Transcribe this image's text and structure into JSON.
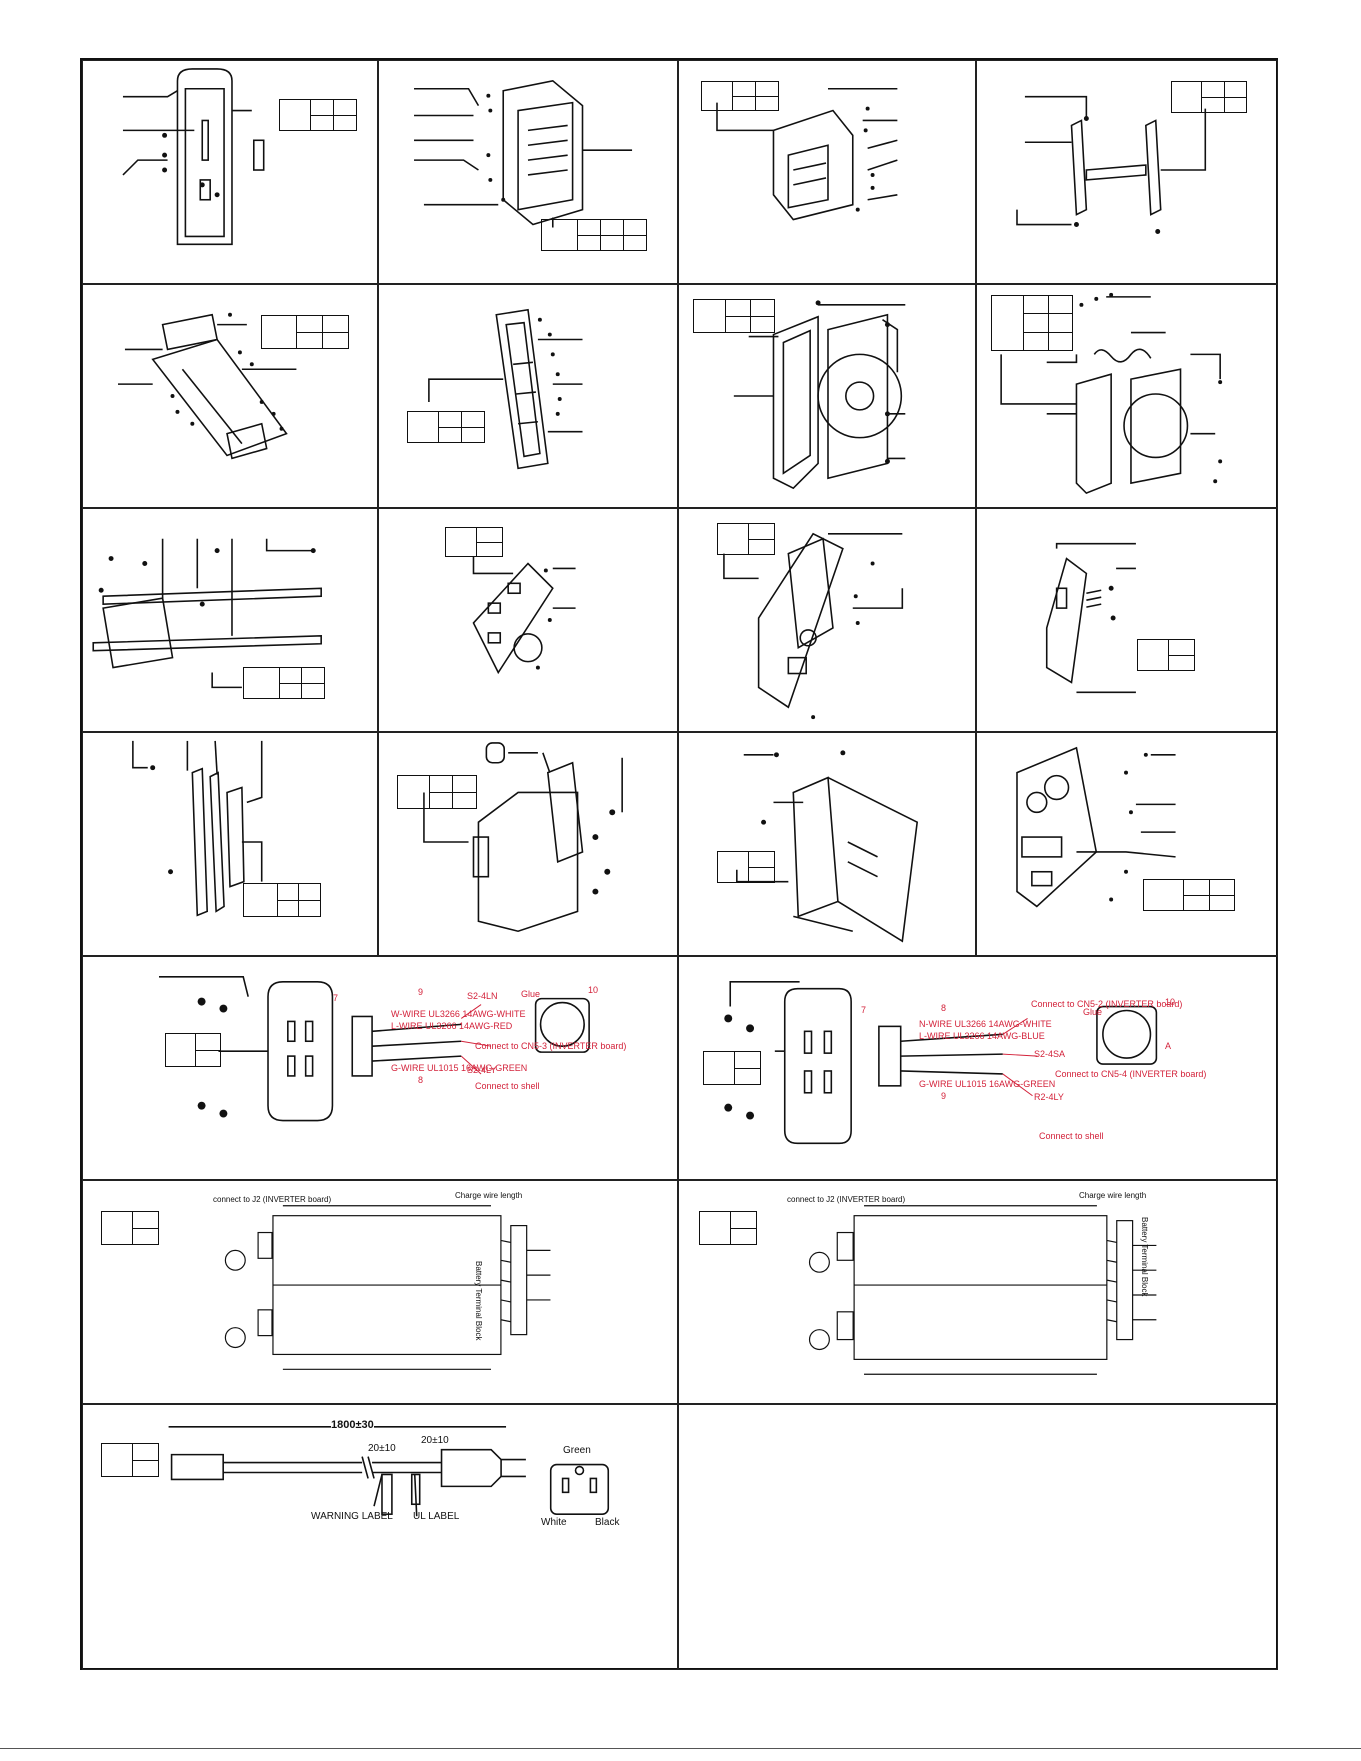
{
  "wiring_labels": {
    "row5_left": {
      "wire_white": "W-WIRE UL3266 14AWG-WHITE",
      "wire_red": "L-WIRE UL3266 14AWG-RED",
      "wire_green": "G-WIRE UL1015 16AWG-GREEN",
      "connect_inverter": "Connect to CN5-3 (INVERTER board)",
      "connect_shell": "Connect to shell",
      "term_a": "S2-4LN",
      "term_b": "S2-4LY",
      "glue": "Glue",
      "dims": [
        "7",
        "9",
        "8",
        "10"
      ]
    },
    "row5_right": {
      "wire_white": "N-WIRE UL3266 14AWG-WHITE",
      "wire_blue": "L-WIRE UL3266 14AWG-BLUE",
      "wire_green": "G-WIRE UL1015 16AWG-GREEN",
      "connect_top": "Connect to CN5-2 (INVERTER board)",
      "connect_inverter": "Connect to CN5-4 (INVERTER board)",
      "connect_shell": "Connect to shell",
      "term_a": "S2-4SA",
      "term_b": "R2-4LY",
      "glue": "Glue",
      "letter_a": "A",
      "dims": [
        "7",
        "8",
        "9",
        "10"
      ]
    },
    "row6": {
      "battery_terminal": "Battery Terminal Block",
      "charge_length": "Charge wire length",
      "connect_board": "connect to J2 (INVERTER board)"
    },
    "row7": {
      "length": "1800±30",
      "dim_a": "20±10",
      "dim_b": "20±10",
      "warning": "WARNING LABEL",
      "ul": "UL LABEL",
      "green": "Green",
      "white": "White",
      "black": "Black"
    }
  },
  "colors": {
    "line": "#111111",
    "annotation_red": "#d3223a",
    "annotation_blue": "#2b4bd8"
  }
}
